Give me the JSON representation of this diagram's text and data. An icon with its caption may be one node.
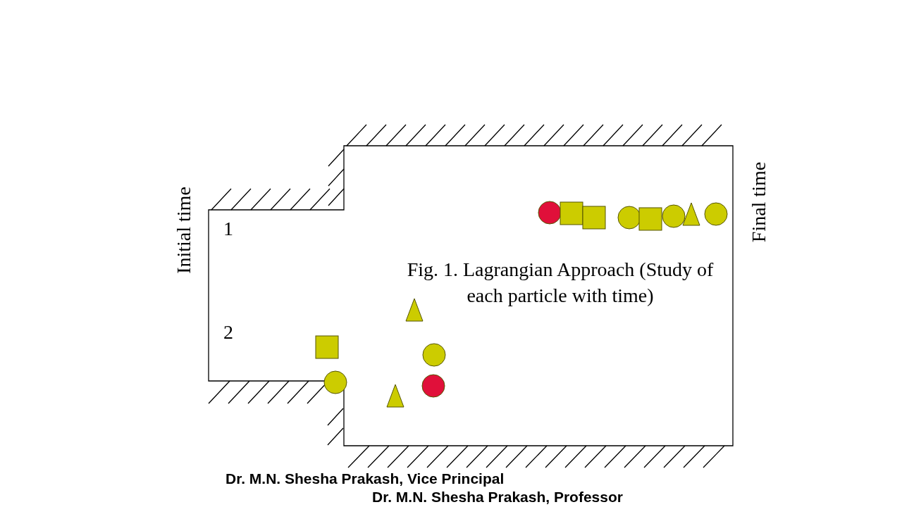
{
  "diagram": {
    "caption": "Fig. 1. Lagrangian Approach (Study of each particle with time)",
    "labels": [
      "Initial time",
      "1",
      "Final time",
      "2",
      "Dr. M.N. Shesha Prakash, Vice Principal",
      "Dr. M.N. Shesha Prakash, Professor"
    ]
  }
}
